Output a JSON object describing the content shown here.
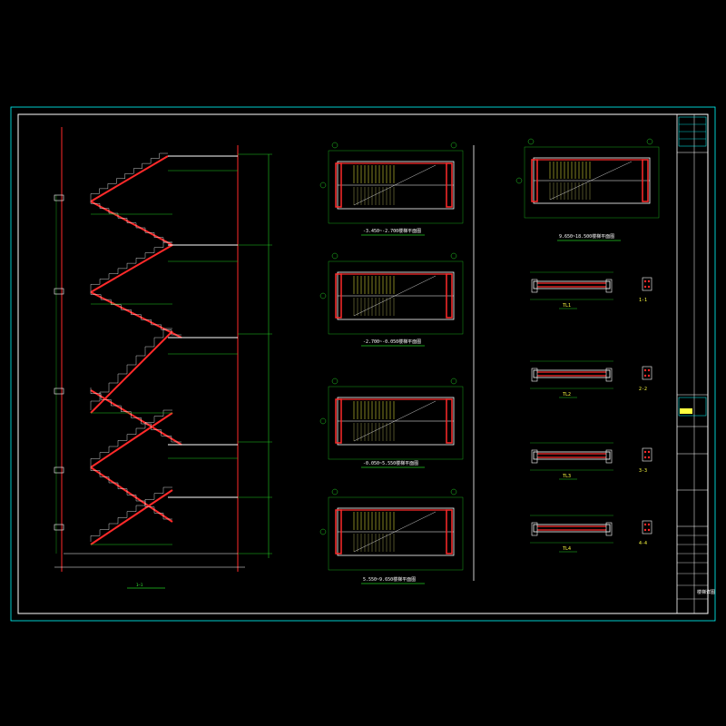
{
  "drawing": {
    "colors": {
      "background": "#000000",
      "frame": "#00ffff",
      "border": "#ffffff",
      "dimension": "#22cc22",
      "structure": "#ff2a2a",
      "hatch": "#ffff40",
      "text": "#ffffff"
    },
    "section_title": "1—1",
    "plans": [
      {
        "title": "-3.450~-2.700楼梯平面图"
      },
      {
        "title": "-2.700~-0.050楼梯平面图"
      },
      {
        "title": "-0.050~5.550楼梯平面图"
      },
      {
        "title": "5.550~9.650楼梯平面图"
      },
      {
        "title": "9.650~18.500楼梯平面图"
      }
    ],
    "beam_details": [
      {
        "beam": "TL1",
        "section": "1-1"
      },
      {
        "beam": "TL2",
        "section": "2-2"
      },
      {
        "beam": "TL3",
        "section": "3-3"
      },
      {
        "beam": "TL4",
        "section": "4-4"
      }
    ],
    "title_block": {
      "drawing_name": "楼梯详图"
    }
  }
}
